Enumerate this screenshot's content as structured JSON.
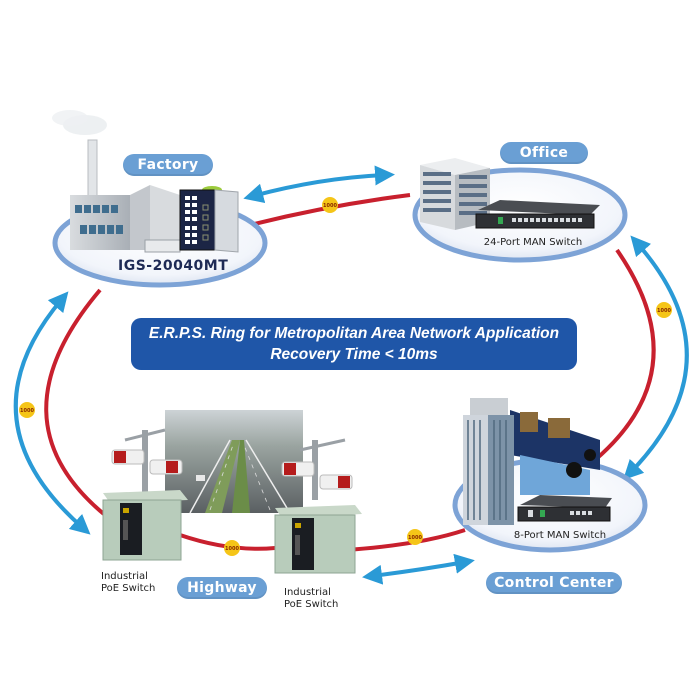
{
  "diagram": {
    "title_line1": "E.R.P.S. Ring for Metropolitan Area Network Application",
    "title_line2": "Recovery Time < 10ms",
    "nodes": {
      "factory": {
        "label": "Factory",
        "device": "IGS-20040MT",
        "icon": "factory-building-icon"
      },
      "office": {
        "label": "Office",
        "device": "24-Port MAN Switch",
        "icon": "office-building-icon"
      },
      "control_center": {
        "label": "Control Center",
        "device": "8-Port MAN Switch",
        "icon": "control-room-icon"
      },
      "highway": {
        "label": "Highway",
        "switch_left": "Industrial\nPoE Switch",
        "switch_left_line1": "Industrial",
        "switch_left_line2": "PoE Switch",
        "switch_right_line1": "Industrial",
        "switch_right_line2": "PoE Switch",
        "icon": "highway-camera-icon"
      }
    },
    "links": [
      {
        "from": "Factory",
        "to": "Office",
        "speed": "1000"
      },
      {
        "from": "Office",
        "to": "Control Center",
        "speed": "1000"
      },
      {
        "from": "Control Center",
        "to": "Highway",
        "speed": "1000"
      },
      {
        "from": "Highway",
        "to": "Highway",
        "speed": "1000"
      },
      {
        "from": "Highway",
        "to": "Factory",
        "speed": "1000"
      }
    ],
    "colors": {
      "ring": "#c8202e",
      "arrow": "#2a9ad6",
      "pill": "#6a9fd4",
      "banner": "#1f56a8",
      "badge": "#f5c518",
      "platform": "#7da3d6"
    }
  }
}
